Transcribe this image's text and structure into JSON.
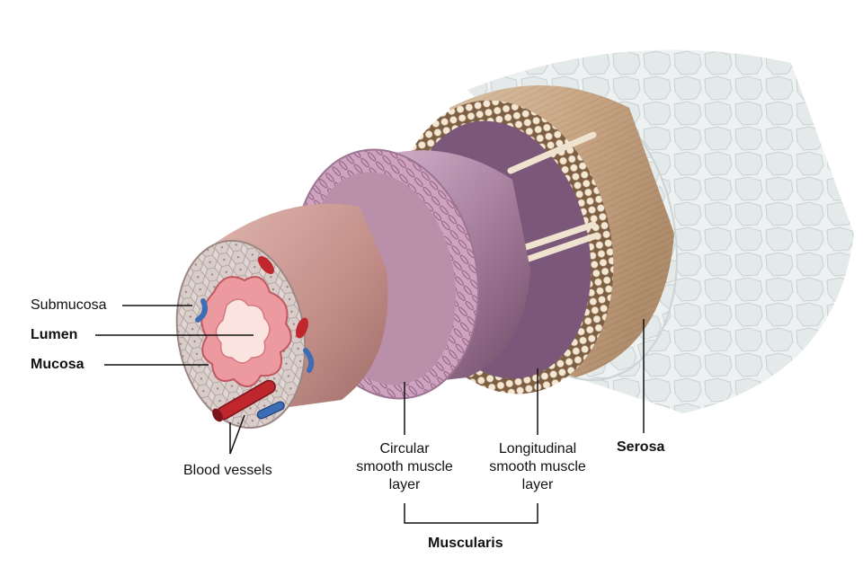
{
  "labels": {
    "submucosa": "Submucosa",
    "lumen": "Lumen",
    "mucosa": "Mucosa",
    "blood_vessels": "Blood vessels",
    "circular": "Circular\nsmooth muscle\nlayer",
    "longitudinal": "Longitudinal\nsmooth muscle\nlayer",
    "serosa": "Serosa",
    "muscularis": "Muscularis"
  },
  "colors": {
    "serosa": "#e8ecec",
    "longitudinal_muscle": "#c9a887",
    "longitudinal_fiber_dots": "#f1e4cf",
    "circular_muscle": "#a37ea0",
    "submucosa_ring": "#d2a6bf",
    "mucosa_surface": "#c9968f",
    "lumen_fold": "#e98e95",
    "artery": "#c0272d",
    "vein": "#3d6db5",
    "leader_line": "#111111"
  }
}
